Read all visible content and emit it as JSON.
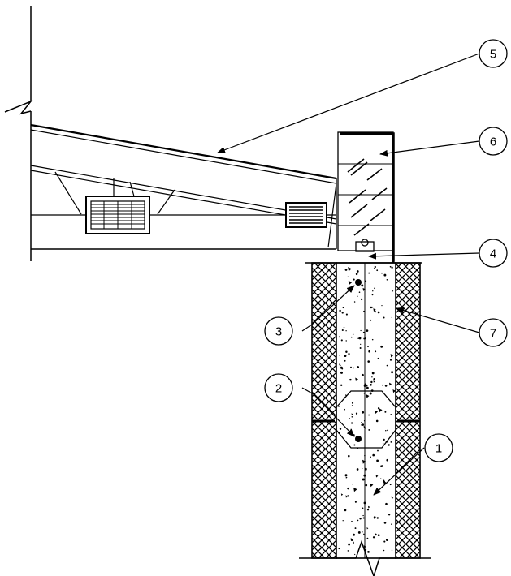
{
  "callouts": [
    {
      "id": "callout-1",
      "label": "1"
    },
    {
      "id": "callout-2",
      "label": "2"
    },
    {
      "id": "callout-3",
      "label": "3"
    },
    {
      "id": "callout-4",
      "label": "4"
    },
    {
      "id": "callout-5",
      "label": "5"
    },
    {
      "id": "callout-6",
      "label": "6"
    },
    {
      "id": "callout-7",
      "label": "7"
    }
  ],
  "colors": {
    "ink": "#000000",
    "paper": "#ffffff"
  }
}
